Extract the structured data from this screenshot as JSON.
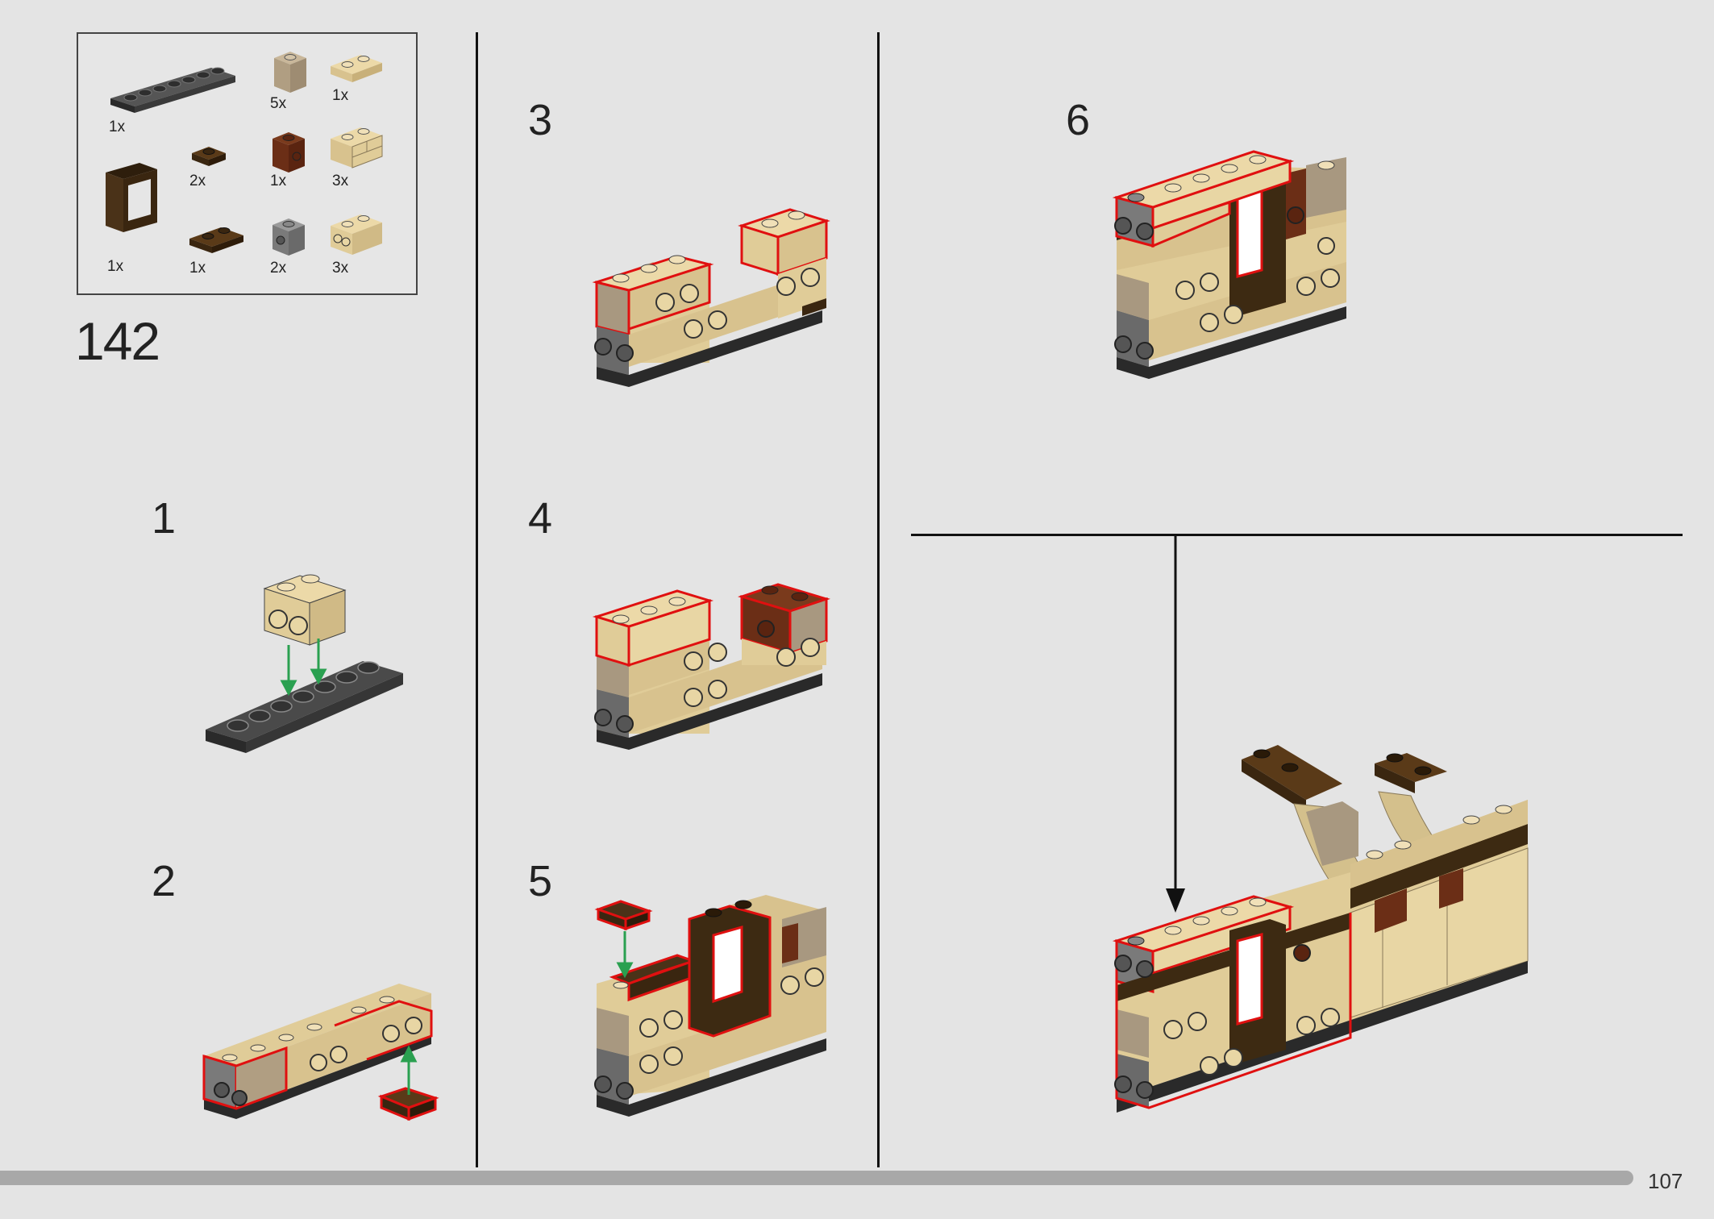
{
  "page": {
    "step_number": "142",
    "page_number": "107"
  },
  "parts_list": [
    {
      "part": "dark-gray-plate-1x8",
      "qty": "1x"
    },
    {
      "part": "tan-brick-1x1",
      "qty": "5x"
    },
    {
      "part": "tan-plate-1x2",
      "qty": "1x"
    },
    {
      "part": "dark-brown-window-frame",
      "qty": "1x"
    },
    {
      "part": "dark-brown-plate-1x1",
      "qty": "2x"
    },
    {
      "part": "reddish-brown-brick-1x1",
      "qty": "1x"
    },
    {
      "part": "tan-masonry-brick-1x2",
      "qty": "3x"
    },
    {
      "part": "dark-brown-plate-1x2",
      "qty": "1x"
    },
    {
      "part": "gray-brick-1x1-studs-on-side",
      "qty": "2x"
    },
    {
      "part": "tan-brick-1x2-studs-on-side",
      "qty": "3x"
    }
  ],
  "substeps": [
    "1",
    "2",
    "3",
    "4",
    "5",
    "6"
  ],
  "colors": {
    "background": "#e4e4e4",
    "tan": "#e0cc98",
    "dark_tan": "#a89880",
    "dark_gray": "#3a3a3a",
    "gray": "#8a8a8a",
    "dark_brown": "#3d2a12",
    "reddish_brown": "#6b2e16",
    "highlight": "#e01010",
    "arrow_green": "#2aa050"
  }
}
